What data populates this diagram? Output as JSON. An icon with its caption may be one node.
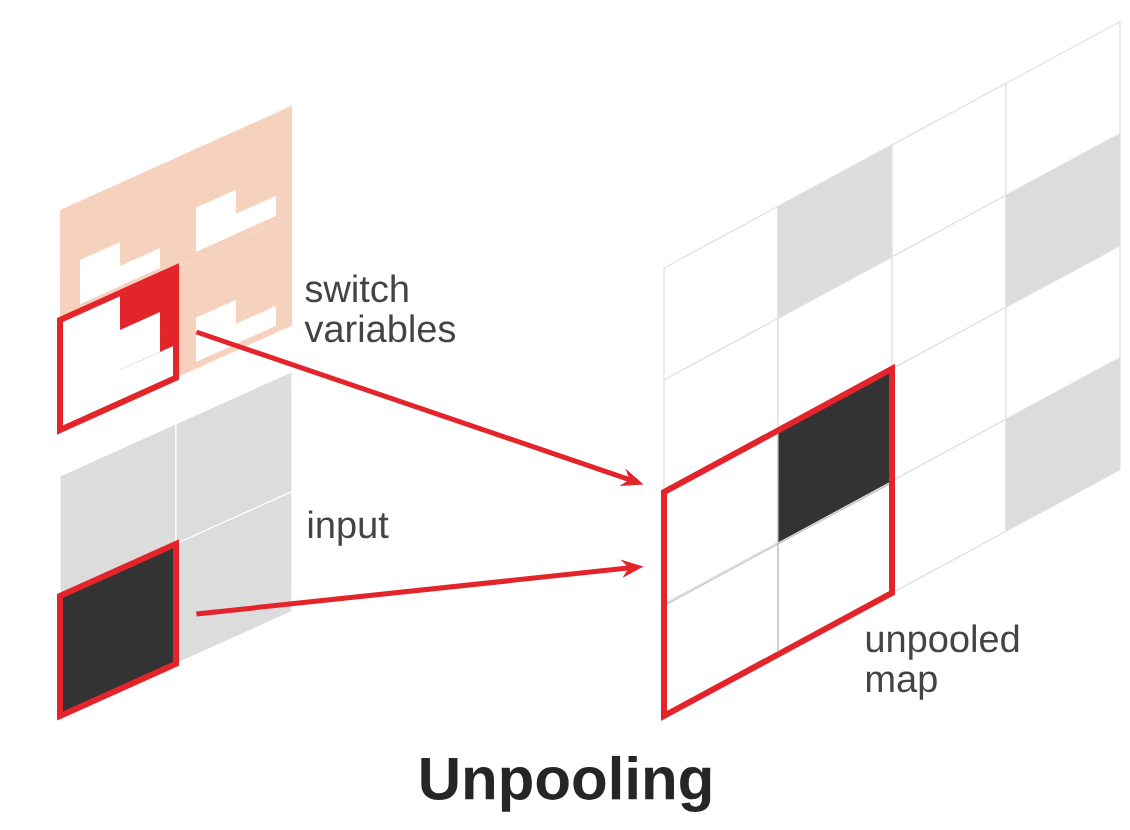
{
  "diagram": {
    "title": "Unpooling",
    "nodes": [
      {
        "text": [],
        "shape": "box",
        "beside": [
          "switch variables"
        ]
      },
      {
        "text": [],
        "shape": "box",
        "beside": [
          "input"
        ]
      },
      {
        "text": [],
        "shape": "box",
        "beside": [
          "unpooled map"
        ]
      }
    ],
    "edges": [
      {
        "from": 0,
        "to": 2,
        "arrow": "to"
      },
      {
        "from": 1,
        "to": 2,
        "arrow": "to"
      }
    ]
  }
}
